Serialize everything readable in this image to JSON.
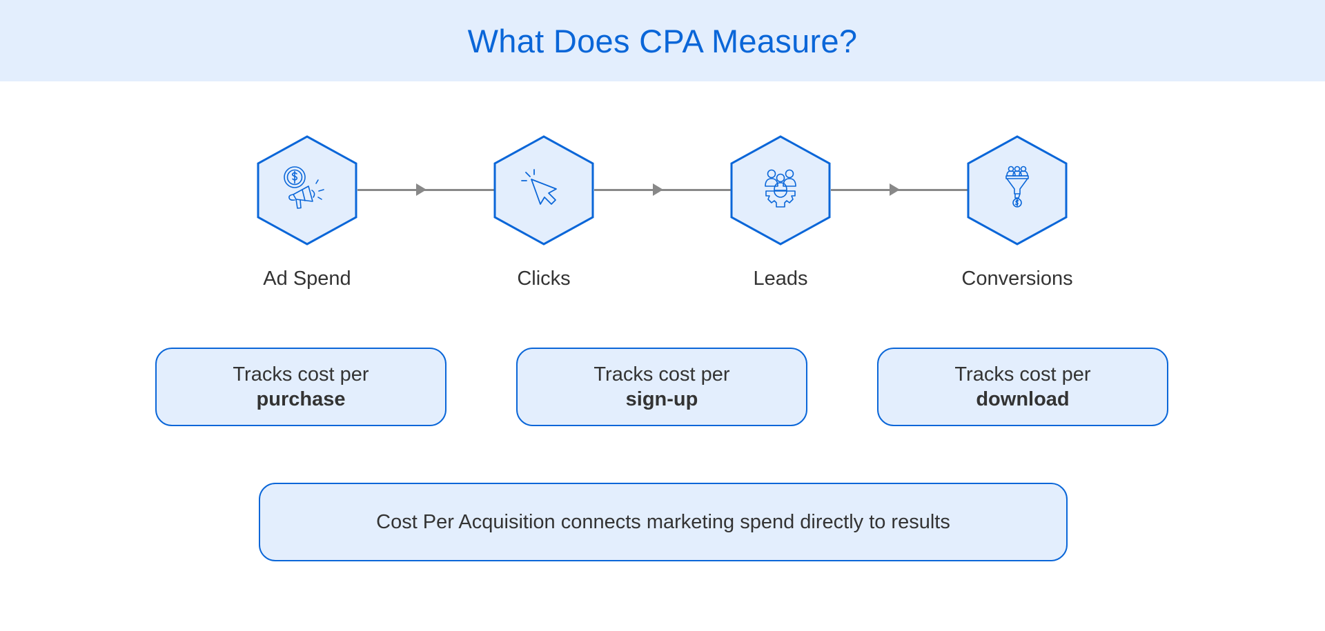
{
  "header": {
    "title": "What Does CPA Measure?"
  },
  "colors": {
    "accent": "#0a66d8",
    "panel_bg": "#e3eefd",
    "connector": "#888888",
    "text": "#333333"
  },
  "steps": [
    {
      "label": "Ad Spend",
      "icon": "money-megaphone-icon"
    },
    {
      "label": "Clicks",
      "icon": "cursor-click-icon"
    },
    {
      "label": "Leads",
      "icon": "people-gear-icon"
    },
    {
      "label": "Conversions",
      "icon": "funnel-dollar-icon"
    }
  ],
  "info_boxes": [
    {
      "line1": "Tracks cost per",
      "line2": "purchase"
    },
    {
      "line1": "Tracks cost per",
      "line2": "sign-up"
    },
    {
      "line1": "Tracks cost per",
      "line2": "download"
    }
  ],
  "footer": {
    "text": "Cost Per Acquisition connects marketing spend directly to results"
  }
}
